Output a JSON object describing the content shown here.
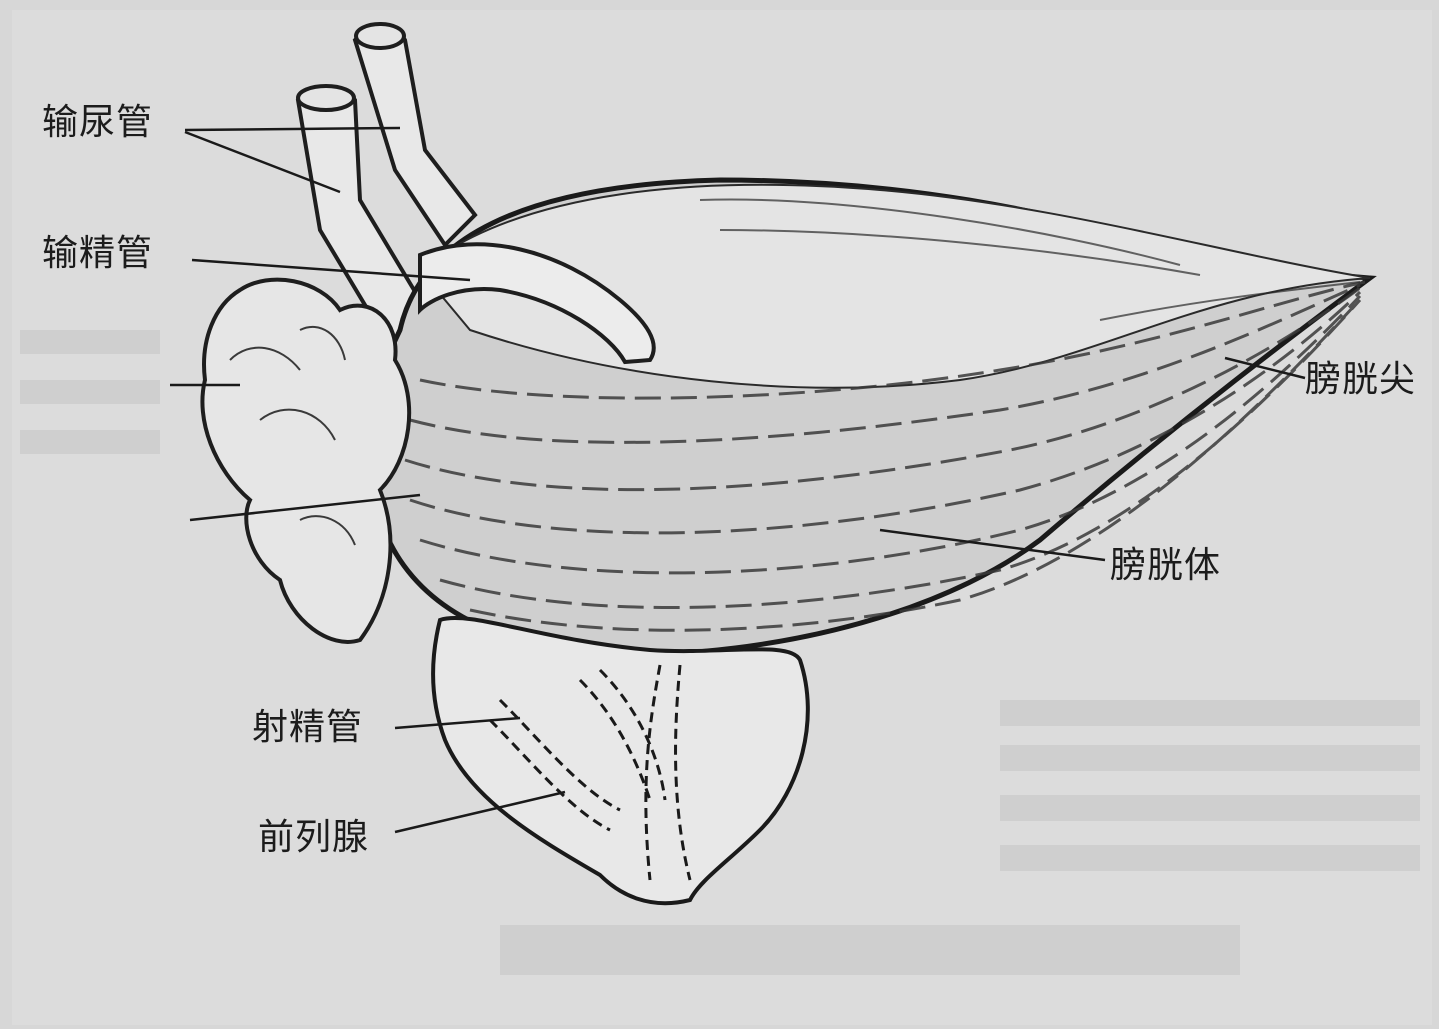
{
  "figure": {
    "labels": {
      "ureter": "输尿管",
      "vas_deferens": "输精管",
      "bladder_apex": "膀胱尖",
      "bladder_body": "膀胱体",
      "ejaculatory_duct": "射精管",
      "prostate": "前列腺"
    }
  }
}
